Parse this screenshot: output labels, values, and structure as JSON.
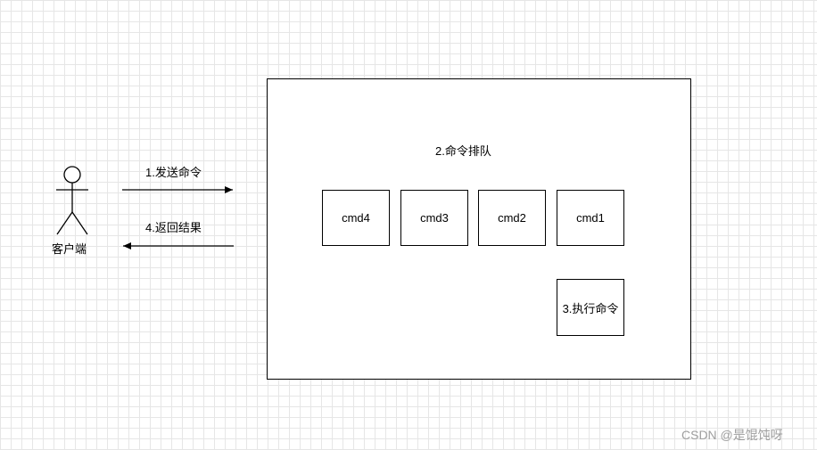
{
  "diagram": {
    "actor": {
      "label": "客户端",
      "icon": "stick-figure-icon"
    },
    "arrows": {
      "send": {
        "label": "1.发送命令"
      },
      "return": {
        "label": "4.返回结果"
      }
    },
    "queue": {
      "title": "2.命令排队",
      "commands": [
        "cmd4",
        "cmd3",
        "cmd2",
        "cmd1"
      ]
    },
    "execute": {
      "label": "3.执行命令"
    }
  },
  "watermark": "CSDN @是馄饨呀",
  "colors": {
    "stroke": "#000000",
    "background": "#ffffff",
    "grid": "#e6e6e6",
    "watermark": "#9e9e9e"
  }
}
